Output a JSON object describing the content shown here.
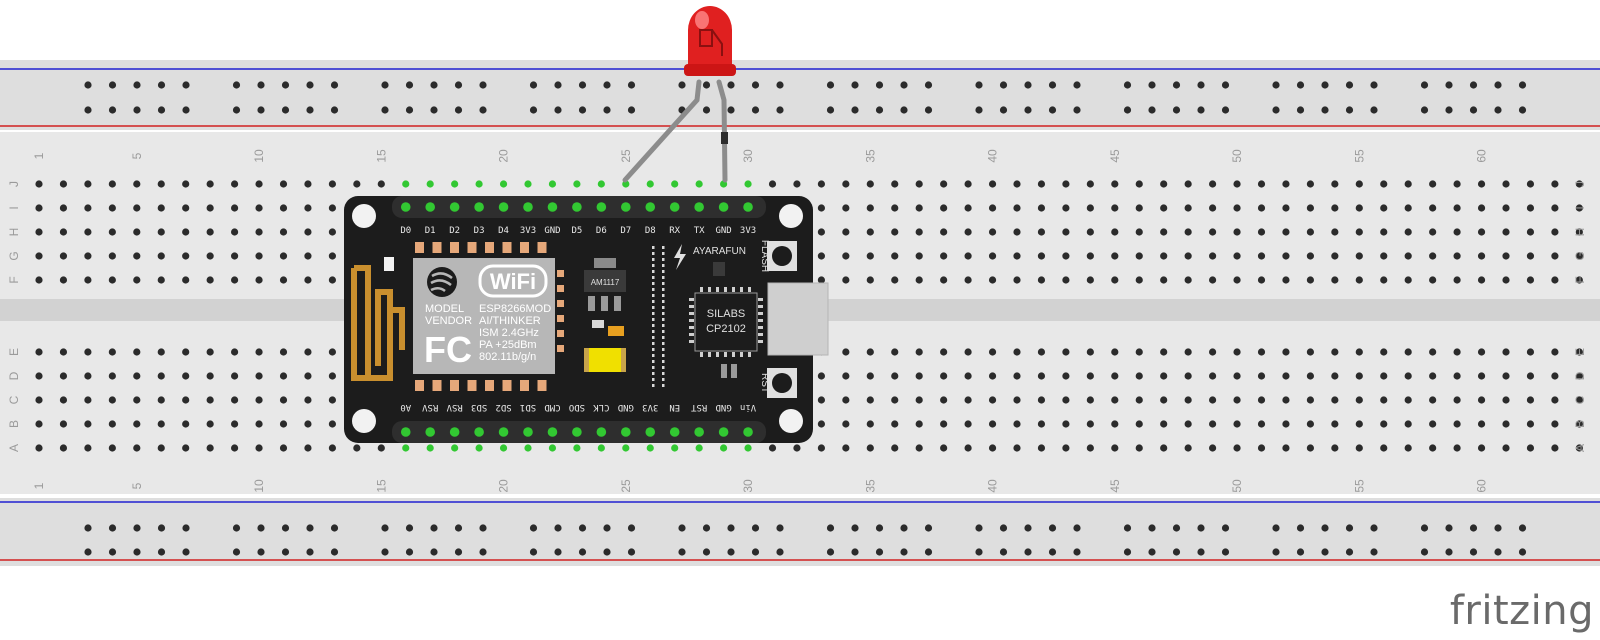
{
  "breadboard": {
    "columns": 64,
    "column_numbers": [
      "1",
      "5",
      "10",
      "15",
      "20",
      "25",
      "30",
      "35",
      "40",
      "45",
      "50",
      "55",
      "60"
    ],
    "rows_top": [
      "J",
      "I",
      "H",
      "G",
      "F"
    ],
    "rows_bottom": [
      "E",
      "D",
      "C",
      "B",
      "A"
    ],
    "colors": {
      "board": "#e4e4e4",
      "rail": "#dedede",
      "hole": "#2b2b2b",
      "active_hole": "#32c832",
      "red_line": "#d02020",
      "blue_line": "#2020d0"
    }
  },
  "module": {
    "top_pins": [
      "D0",
      "D1",
      "D2",
      "D3",
      "D4",
      "3V3",
      "GND",
      "D5",
      "D6",
      "D7",
      "D8",
      "RX",
      "TX",
      "GND",
      "3V3"
    ],
    "bottom_pins": [
      "A0",
      "RSV",
      "RSV",
      "SD3",
      "SD2",
      "SD1",
      "CMD",
      "SDO",
      "CLK",
      "GND",
      "3V3",
      "EN",
      "RST",
      "GND",
      "Vin"
    ],
    "wifi_module": {
      "label_model": "MODEL",
      "label_vendor": "VENDOR",
      "model_value": "ESP8266MOD",
      "vendor_value": "AI/THINKER",
      "freq": "ISM 2.4GHz",
      "power": "PA +25dBm",
      "standard": "802.11b/g/n",
      "wifi_logo": "WiFi",
      "fcc_logo": "FC"
    },
    "regulator": "AM1117",
    "brand": "AYARAFUN",
    "usb_chip": [
      "SILABS",
      "CP2102"
    ],
    "flash_label": "FLASH",
    "rst_label": "RST",
    "board_color": "#1c1c1c"
  },
  "led": {
    "color": "#e02020"
  },
  "logo": "fritzing"
}
